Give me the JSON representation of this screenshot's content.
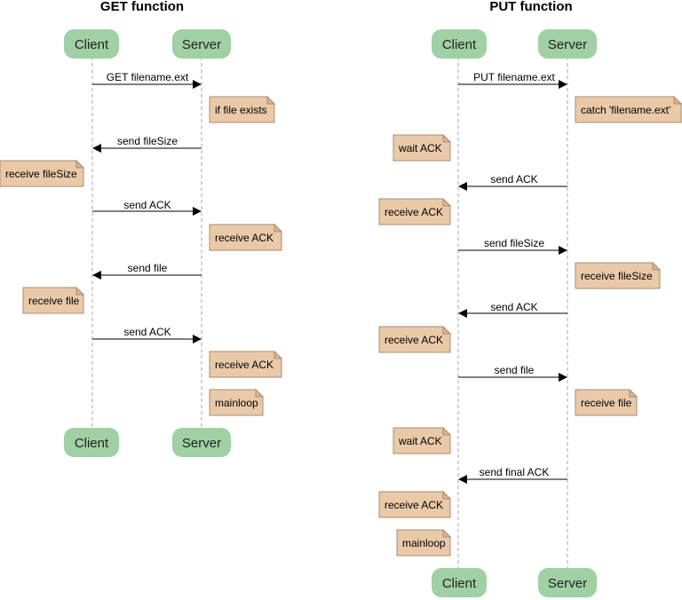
{
  "diagrams": [
    {
      "title": "GET function",
      "actors": [
        "Client",
        "Server"
      ],
      "messages": [
        {
          "label": "GET filename.ext",
          "from": "Client",
          "to": "Server"
        },
        {
          "label": "send fileSize",
          "from": "Server",
          "to": "Client"
        },
        {
          "label": "send ACK",
          "from": "Client",
          "to": "Server"
        },
        {
          "label": "send file",
          "from": "Server",
          "to": "Client"
        },
        {
          "label": "send ACK",
          "from": "Client",
          "to": "Server"
        }
      ],
      "notes": [
        {
          "text": "if file exists",
          "actor": "Server"
        },
        {
          "text": "receive fileSize",
          "actor": "Client"
        },
        {
          "text": "receive ACK",
          "actor": "Server"
        },
        {
          "text": "receive file",
          "actor": "Client"
        },
        {
          "text": "receive ACK",
          "actor": "Server"
        },
        {
          "text": "mainloop",
          "actor": "Server"
        }
      ]
    },
    {
      "title": "PUT function",
      "actors": [
        "Client",
        "Server"
      ],
      "messages": [
        {
          "label": "PUT filename.ext",
          "from": "Client",
          "to": "Server"
        },
        {
          "label": "send ACK",
          "from": "Server",
          "to": "Client"
        },
        {
          "label": "send fileSize",
          "from": "Client",
          "to": "Server"
        },
        {
          "label": "send ACK",
          "from": "Server",
          "to": "Client"
        },
        {
          "label": "send file",
          "from": "Client",
          "to": "Server"
        },
        {
          "label": "send final ACK",
          "from": "Server",
          "to": "Client"
        }
      ],
      "notes": [
        {
          "text": "catch 'filename.ext'",
          "actor": "Server"
        },
        {
          "text": "wait ACK",
          "actor": "Client"
        },
        {
          "text": "receive ACK",
          "actor": "Client"
        },
        {
          "text": "receive fileSize",
          "actor": "Server"
        },
        {
          "text": "receive ACK",
          "actor": "Client"
        },
        {
          "text": "receive file",
          "actor": "Server"
        },
        {
          "text": "wait ACK",
          "actor": "Client"
        },
        {
          "text": "receive ACK",
          "actor": "Client"
        },
        {
          "text": "mainloop",
          "actor": "Client"
        }
      ]
    }
  ]
}
